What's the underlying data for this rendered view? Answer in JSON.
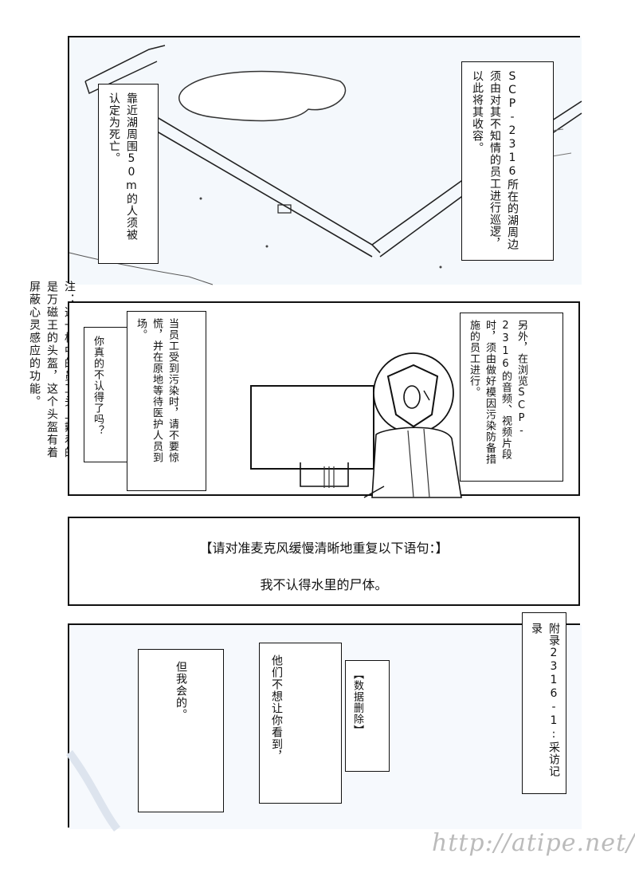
{
  "panel1": {
    "caption_left": "靠近湖周围50m的人须被认定为死亡。",
    "caption_right": "SCP-2316所在的湖周边须由对其不知情的员工进行巡逻，以此将其收容。"
  },
  "note": "注：这一格中的员工头上戴着的是万磁王的头盔，这个头盔有着屏蔽心灵感应的功能。",
  "panel2": {
    "bubble_inner": "你真的不认得了吗？",
    "caption_left": "当员工受到污染时，请不要惊慌，并在原地等待医护人员到场。",
    "caption_right": "另外，在浏览SCP-2316的音频、视频片段时，须由做好模因污染防备措施的员工进行。"
  },
  "panel3": {
    "line1": "【请对准麦克风缓慢清晰地重复以下语句：】",
    "line2": "我不认得水里的尸体。"
  },
  "panel4": {
    "appendix_tag": "附录2316-1:采访记录",
    "redacted": "【数据删除】",
    "speech_mid": "他们不想让你看到，",
    "speech_left": "但我会的。"
  },
  "watermark": "http://atipe.net/"
}
